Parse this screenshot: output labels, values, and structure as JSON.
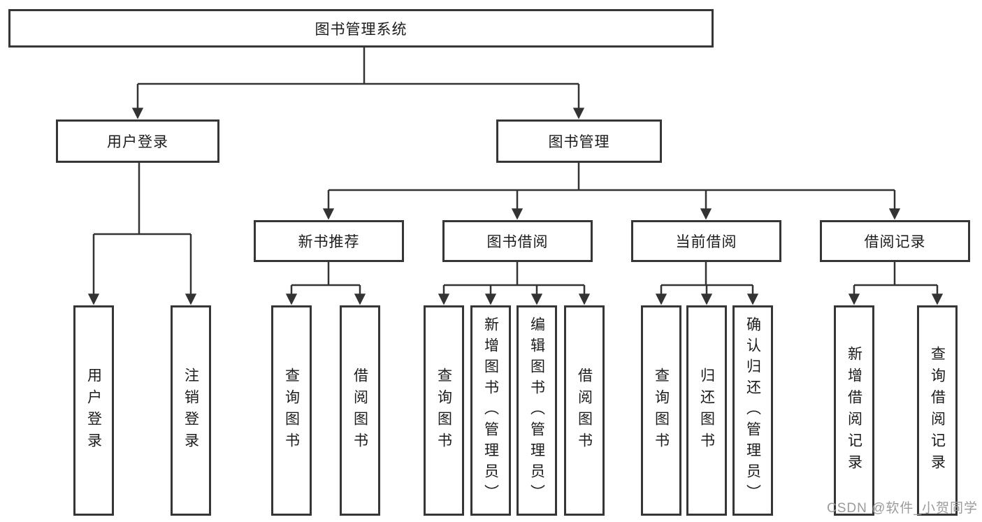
{
  "tree": {
    "label": "图书管理系统",
    "children": [
      {
        "label": "用户登录",
        "children": [
          {
            "label": "用户登录"
          },
          {
            "label": "注销登录"
          }
        ]
      },
      {
        "label": "图书管理",
        "children": [
          {
            "label": "新书推荐",
            "children": [
              {
                "label": "查询图书"
              },
              {
                "label": "借阅图书"
              }
            ]
          },
          {
            "label": "图书借阅",
            "children": [
              {
                "label": "查询图书"
              },
              {
                "label": "新增图书（管理员）"
              },
              {
                "label": "编辑图书（管理员）"
              },
              {
                "label": "借阅图书"
              }
            ]
          },
          {
            "label": "当前借阅",
            "children": [
              {
                "label": "查询图书"
              },
              {
                "label": "归还图书"
              },
              {
                "label": "确认归还（管理员）"
              }
            ]
          },
          {
            "label": "借阅记录",
            "children": [
              {
                "label": "新增借阅记录"
              },
              {
                "label": "查询借阅记录"
              }
            ]
          }
        ]
      }
    ]
  },
  "watermark": "CSDN @软件_小贺同学",
  "colors": {
    "line": "#333333",
    "box_border": "#363636",
    "text": "#1c1c1c",
    "background": "#ffffff",
    "watermark": "#9b9b9b"
  },
  "diagram_type": "hierarchy-tree"
}
